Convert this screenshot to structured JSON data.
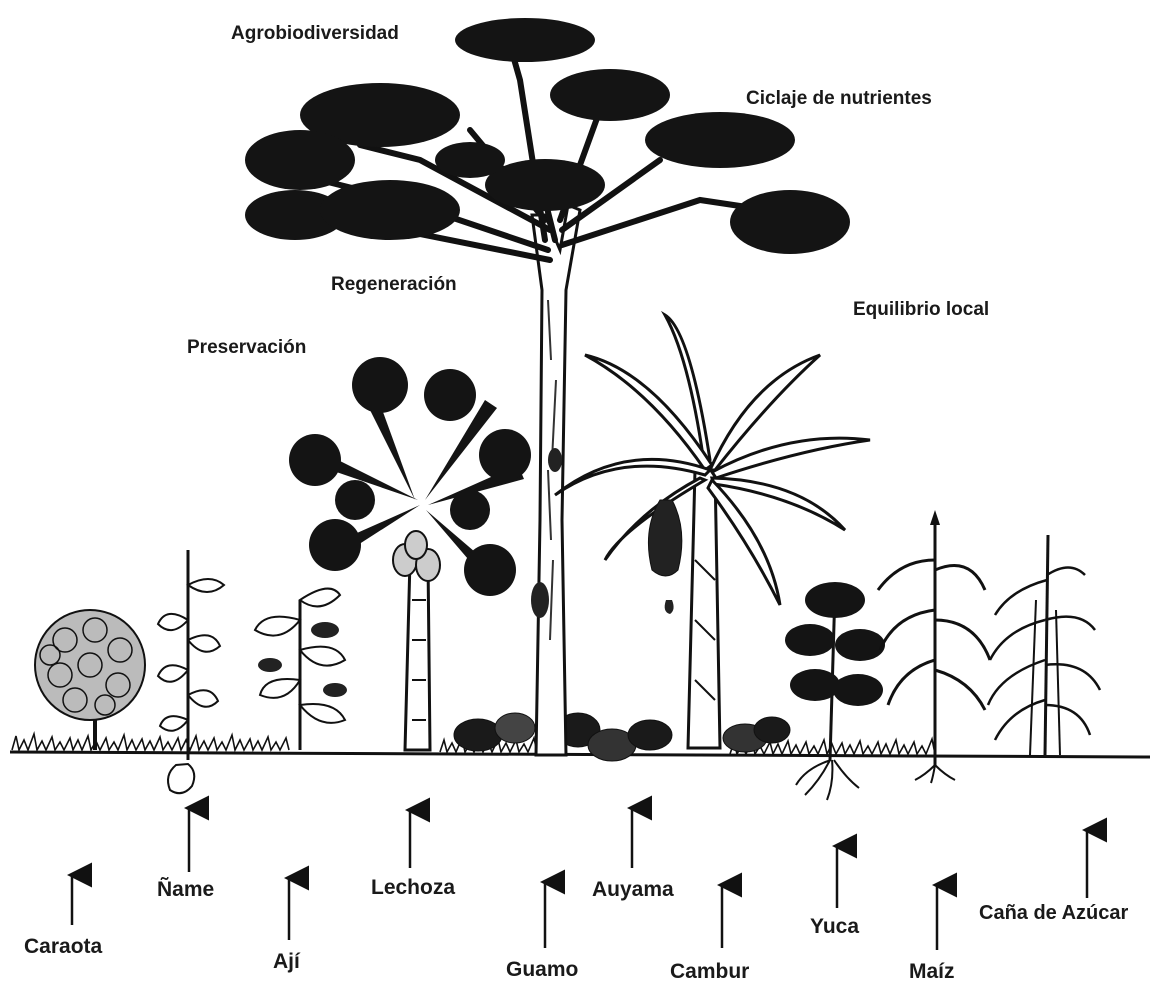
{
  "concepts": {
    "agrobiodiversidad": "Agrobiodiversidad",
    "ciclaje": "Ciclaje de nutrientes",
    "regeneracion": "Regeneración",
    "equilibrio": "Equilibrio local",
    "preservacion": "Preservación"
  },
  "plants": {
    "caraota": "Caraota",
    "name": "Ñame",
    "aji": "Ají",
    "lechoza": "Lechoza",
    "guamo": "Guamo",
    "auyama": "Auyama",
    "cambur": "Cambur",
    "yuca": "Yuca",
    "maiz": "Maíz",
    "cana": "Caña de Azúcar"
  },
  "colors": {
    "ink": "#111111",
    "paper": "#ffffff"
  }
}
